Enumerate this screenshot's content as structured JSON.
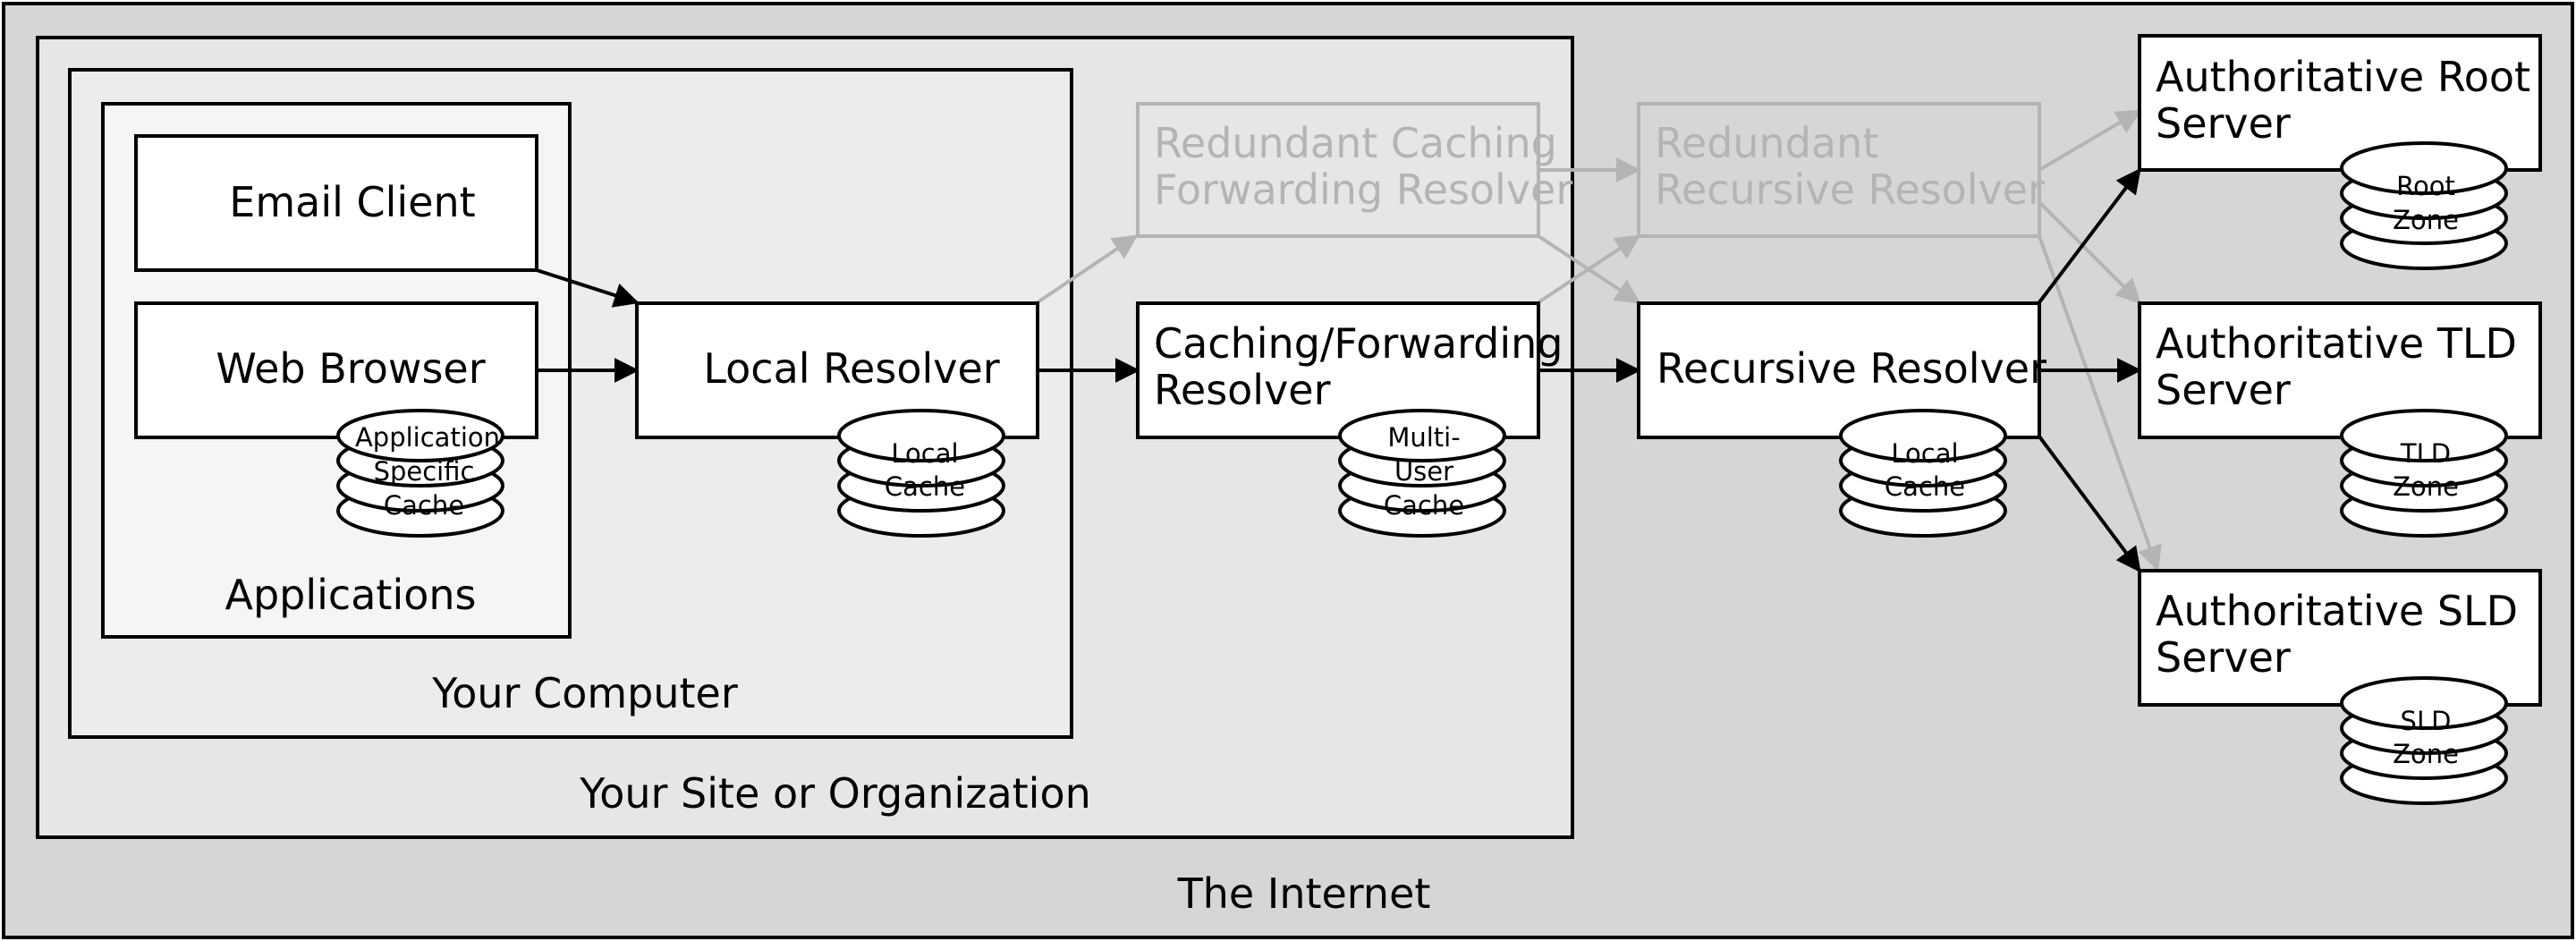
{
  "regions": {
    "internet": "The Internet",
    "site": "Your Site or Organization",
    "computer": "Your Computer",
    "applications": "Applications"
  },
  "nodes": {
    "email_client": "Email Client",
    "web_browser": "Web Browser",
    "local_resolver": "Local Resolver",
    "caching_forwarding_1": "Caching/Forwarding",
    "caching_forwarding_2": "Resolver",
    "redundant_caching_1": "Redundant Caching",
    "redundant_caching_2": "Forwarding Resolver",
    "redundant_recursive_1": "Redundant",
    "redundant_recursive_2": "Recursive Resolver",
    "recursive_resolver": "Recursive Resolver",
    "auth_root_1": "Authoritative Root",
    "auth_root_2": "Server",
    "auth_tld_1": "Authoritative TLD",
    "auth_tld_2": "Server",
    "auth_sld_1": "Authoritative SLD",
    "auth_sld_2": "Server"
  },
  "caches": {
    "app_cache": [
      "Application",
      "Specific",
      "Cache"
    ],
    "local_cache_1": [
      "Local",
      "Cache"
    ],
    "multi_user_cache": [
      "Multi-",
      "User",
      "Cache"
    ],
    "local_cache_2": [
      "Local",
      "Cache"
    ],
    "root_zone": [
      "Root",
      "Zone"
    ],
    "tld_zone": [
      "TLD",
      "Zone"
    ],
    "sld_zone": [
      "SLD",
      "Zone"
    ]
  },
  "colors": {
    "internet_bg": "#d6d6d6",
    "site_bg": "#e6e6e6",
    "computer_bg": "#ececec",
    "applications_bg": "#f5f5f5",
    "box_bg": "#ffffff",
    "stroke": "#000000",
    "faded": "#b4b4b4"
  }
}
